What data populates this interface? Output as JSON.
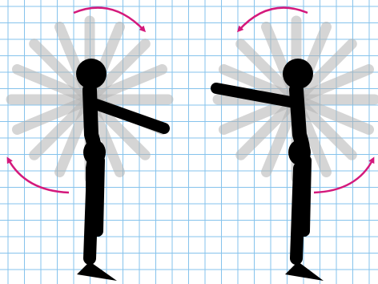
{
  "diagram": {
    "grid_color": "#86c3ec",
    "background_color": "#ffffff",
    "figure_color": "#000000",
    "swing_trace_color": "#b3b3b3",
    "arrow_color": "#d4197c",
    "figures": [
      {
        "id": "left",
        "facing": "right",
        "arm_direction": "forward-down"
      },
      {
        "id": "right",
        "facing": "left",
        "arm_direction": "forward-up"
      }
    ],
    "rotation_arrows": [
      {
        "figure": "left",
        "position": "top",
        "direction": "clockwise"
      },
      {
        "figure": "left",
        "position": "bottom-left",
        "direction": "clockwise"
      },
      {
        "figure": "right",
        "position": "top",
        "direction": "counterclockwise"
      },
      {
        "figure": "right",
        "position": "bottom-right",
        "direction": "counterclockwise"
      }
    ]
  }
}
